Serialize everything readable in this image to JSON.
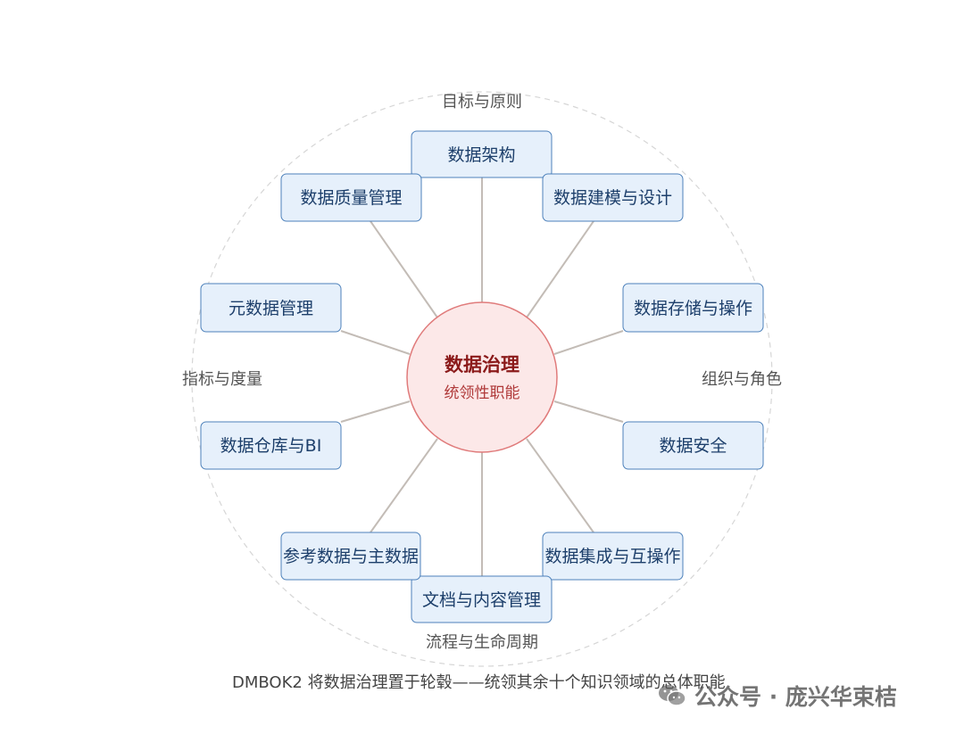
{
  "center": {
    "title": "数据治理",
    "subtitle": "统领性职能"
  },
  "areas": [
    "数据架构",
    "数据建模与设计",
    "数据存储与操作",
    "数据安全",
    "数据集成与互操作",
    "文档与内容管理",
    "参考数据与主数据",
    "数据仓库与BI",
    "元数据管理",
    "数据质量管理"
  ],
  "aspects": {
    "top": "目标与原则",
    "right": "组织与角色",
    "bottom": "流程与生命周期",
    "left": "指标与度量"
  },
  "caption": "DMBOK2 将数据治理置于轮毂——统领其余十个知识领域的总体职能",
  "watermark": "公众号 · 庞兴华束桔",
  "colors": {
    "node_fill": "#e6f0fb",
    "node_border": "#4d81bb",
    "center_fill": "#fce8e8",
    "center_border": "#e07b7b",
    "spoke": "#c3bcb6"
  }
}
